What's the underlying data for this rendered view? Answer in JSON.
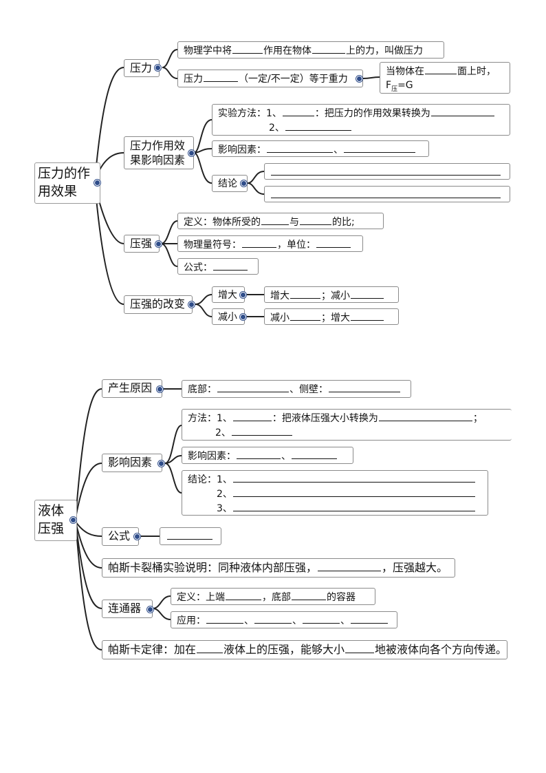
{
  "map1": {
    "root": [
      "压力的作",
      "用效果"
    ],
    "yali": {
      "label": "压力",
      "def": {
        "a": "物理学中将",
        "b": "作用在物体",
        "c": "上的力，叫做压力"
      },
      "grav": {
        "a": "压力",
        "b": "（一定/不一定）等于重力"
      },
      "cond": {
        "a": "当物体在",
        "b": "面上时，",
        "f": "F",
        "sub": "压",
        "eq": "=G"
      }
    },
    "effect": {
      "label": [
        "压力作用效",
        "果影响因素"
      ],
      "method": {
        "a": "实验方法：1、",
        "b": "：把压力的作用效果转换为",
        "c": "2、"
      },
      "factor": {
        "a": "影响因素：",
        "b": "、"
      },
      "conclusion": "结论"
    },
    "pressure": {
      "label": "压强",
      "def": {
        "a": "定义：物体所受的",
        "b": "与",
        "c": "的比;"
      },
      "symbol": {
        "a": "物理量符号：",
        "b": "，单位："
      },
      "formula": "公式："
    },
    "change": {
      "label": "压强的改变",
      "inc": "增大",
      "inc_detail": {
        "a": "增大",
        "b": "；减小"
      },
      "dec": "减小",
      "dec_detail": {
        "a": "减小",
        "b": "；增大"
      }
    }
  },
  "map2": {
    "root": [
      "液体",
      "压强"
    ],
    "cause": {
      "label": "产生原因",
      "a": "底部：",
      "b": "、侧壁："
    },
    "factors": {
      "label": "影响因素",
      "method": {
        "a": "方法：1、",
        "b": "：把液体压强大小转换为",
        "c": "；",
        "d": "2、"
      },
      "factor": {
        "a": "影响因素：",
        "b": "、"
      },
      "conclusion": {
        "a": "结论：1、",
        "b": "2、",
        "c": "3、"
      }
    },
    "formula": {
      "label": "公式"
    },
    "pascal_barrel": {
      "a": "帕斯卡裂桶实验说明：同种液体内部压强，",
      "b": "，压强越大。"
    },
    "connector": {
      "label": "连通器",
      "def": {
        "a": "定义：上端",
        "b": "，底部",
        "c": "的容器"
      },
      "app": {
        "a": "应用：",
        "sep": "、"
      }
    },
    "pascal_law": {
      "a": "帕斯卡定律：加在",
      "b": "液体上的压强，能够大小",
      "c": "地被液体向各个方向传递。"
    }
  }
}
